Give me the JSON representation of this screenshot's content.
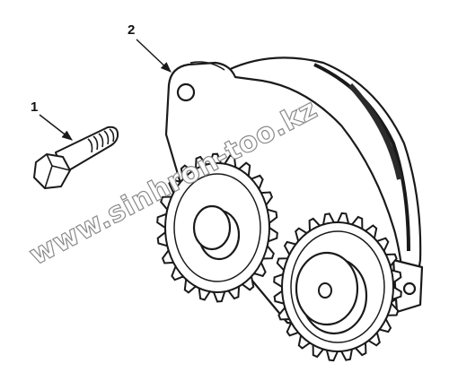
{
  "callouts": [
    {
      "id": "1",
      "label": "1"
    },
    {
      "id": "2",
      "label": "2"
    }
  ],
  "watermark": "www.sinhron-too.kz",
  "colors": {
    "line": "#1a1a1a",
    "background": "#ffffff",
    "watermark_outline": "#8a8a8a"
  }
}
